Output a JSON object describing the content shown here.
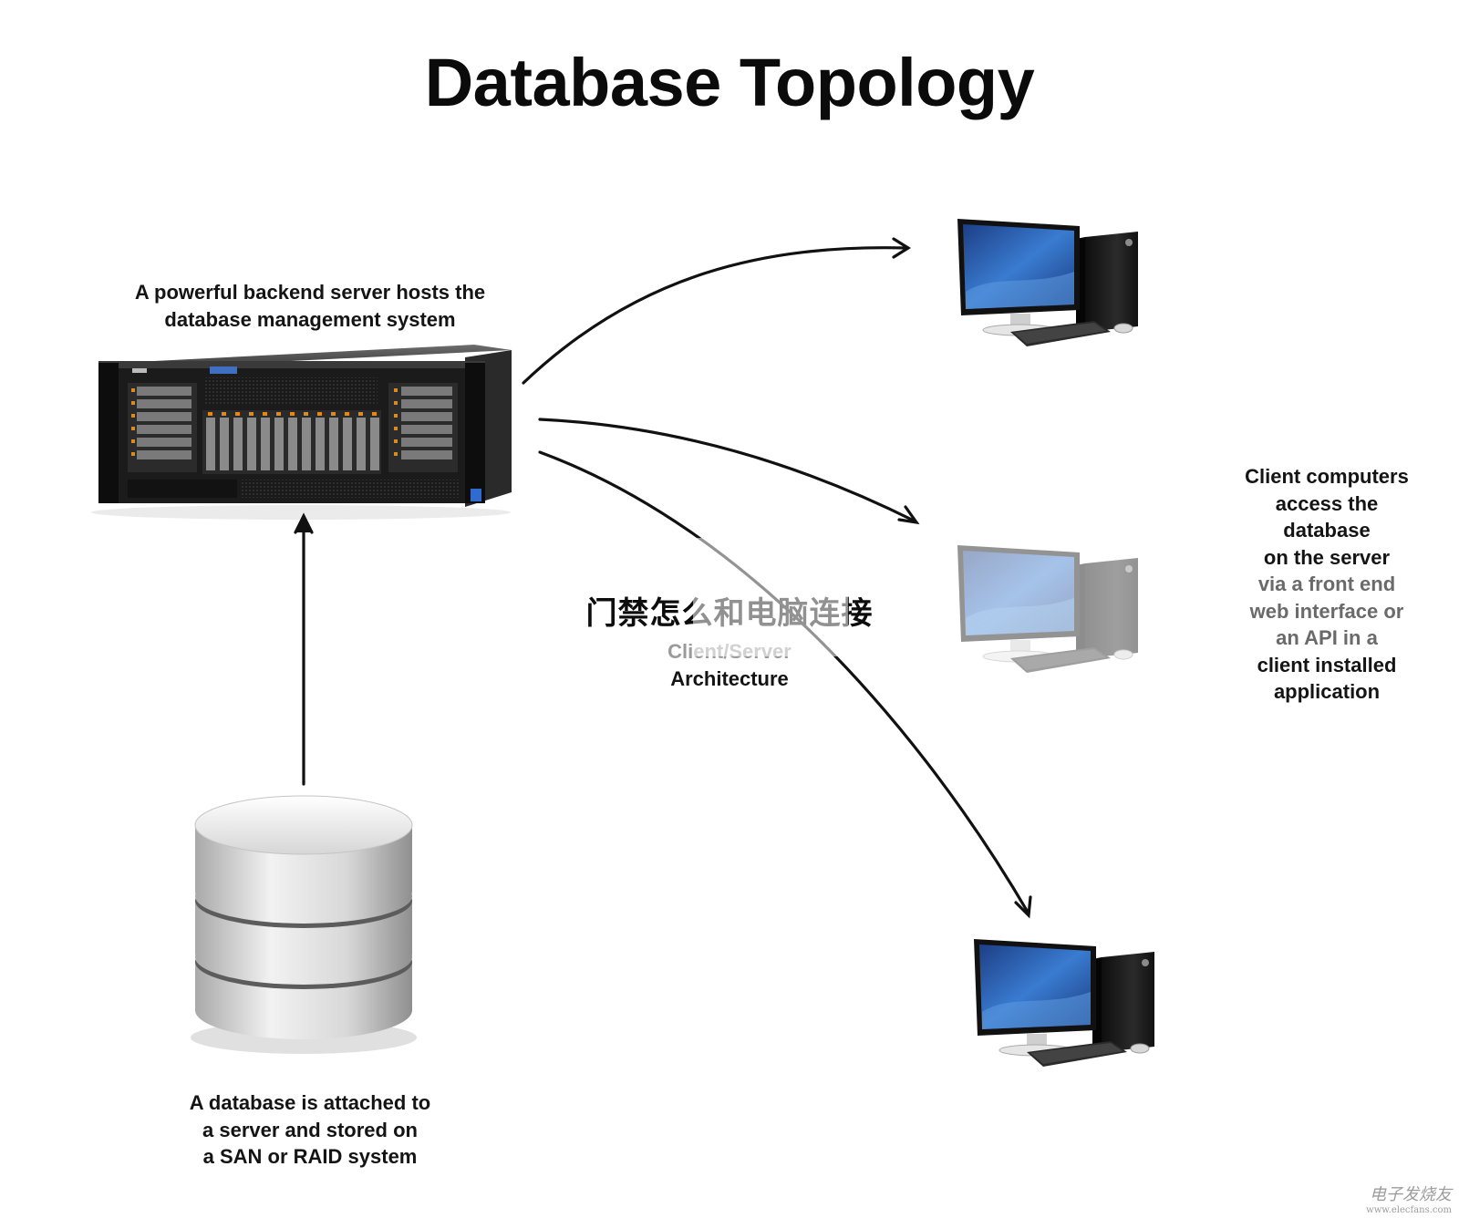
{
  "title": "Database Topology",
  "server": {
    "caption_lines": [
      "A powerful backend server hosts the",
      "database management system"
    ]
  },
  "database": {
    "caption_lines": [
      "A database is attached to",
      "a server and stored on",
      "a SAN or RAID system"
    ]
  },
  "clients": {
    "caption_lines": [
      "Client computers",
      "access the",
      "database",
      "on the server",
      "via a front end",
      "web interface or",
      "an API in a",
      "client installed",
      "application"
    ]
  },
  "center": {
    "chinese_title": "门禁怎么和电脑连接",
    "sub_line_1": "Client/Server",
    "sub_line_2": "Architecture"
  },
  "watermark": {
    "line_1": "电子发烧友",
    "line_2": "www.elecfans.com"
  },
  "colors": {
    "arrow": "#111111",
    "screen_blue": "#2f64b4",
    "server_dark": "#1c1c1c",
    "cylinder_light": "#e4e4e4"
  }
}
